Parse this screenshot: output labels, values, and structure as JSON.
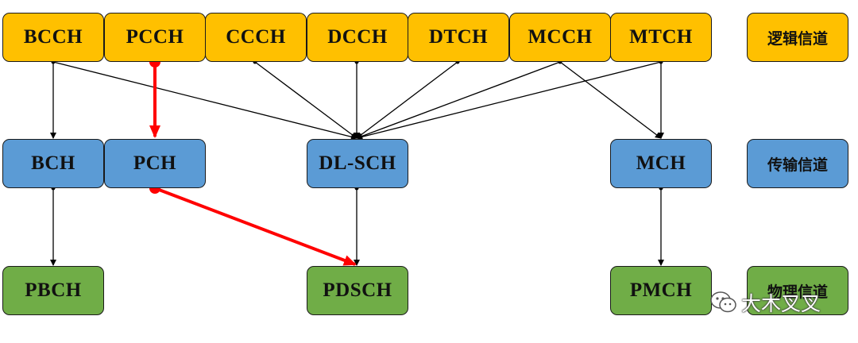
{
  "logical_channels": {
    "bcch": "BCCH",
    "pcch": "PCCH",
    "ccch": "CCCH",
    "dcch": "DCCH",
    "dtch": "DTCH",
    "mcch": "MCCH",
    "mtch": "MTCH",
    "legend": "逻辑信道"
  },
  "transport_channels": {
    "bch": "BCH",
    "pch": "PCH",
    "dlsch": "DL-SCH",
    "mch": "MCH",
    "legend": "传输信道"
  },
  "physical_channels": {
    "pbch": "PBCH",
    "pdsch": "PDSCH",
    "pmch": "PMCH",
    "legend": "物理信道"
  },
  "mappings": [
    {
      "from": "BCCH",
      "to": "BCH",
      "highlight": false
    },
    {
      "from": "BCCH",
      "to": "DL-SCH",
      "highlight": false
    },
    {
      "from": "PCCH",
      "to": "PCH",
      "highlight": true
    },
    {
      "from": "CCCH",
      "to": "DL-SCH",
      "highlight": false
    },
    {
      "from": "DCCH",
      "to": "DL-SCH",
      "highlight": false
    },
    {
      "from": "DTCH",
      "to": "DL-SCH",
      "highlight": false
    },
    {
      "from": "MCCH",
      "to": "DL-SCH",
      "highlight": false
    },
    {
      "from": "MTCH",
      "to": "DL-SCH",
      "highlight": false
    },
    {
      "from": "MCCH",
      "to": "MCH",
      "highlight": false
    },
    {
      "from": "MTCH",
      "to": "MCH",
      "highlight": false
    },
    {
      "from": "BCH",
      "to": "PBCH",
      "highlight": false
    },
    {
      "from": "PCH",
      "to": "PDSCH",
      "highlight": true
    },
    {
      "from": "DL-SCH",
      "to": "PDSCH",
      "highlight": false
    },
    {
      "from": "MCH",
      "to": "PMCH",
      "highlight": false
    }
  ],
  "colors": {
    "logical": "#ffc000",
    "transport": "#5b9bd5",
    "physical": "#70ad47",
    "highlight": "#ff0000",
    "line": "#000000"
  },
  "watermark": {
    "icon": "wechat-icon",
    "text": "大木叉叉"
  }
}
